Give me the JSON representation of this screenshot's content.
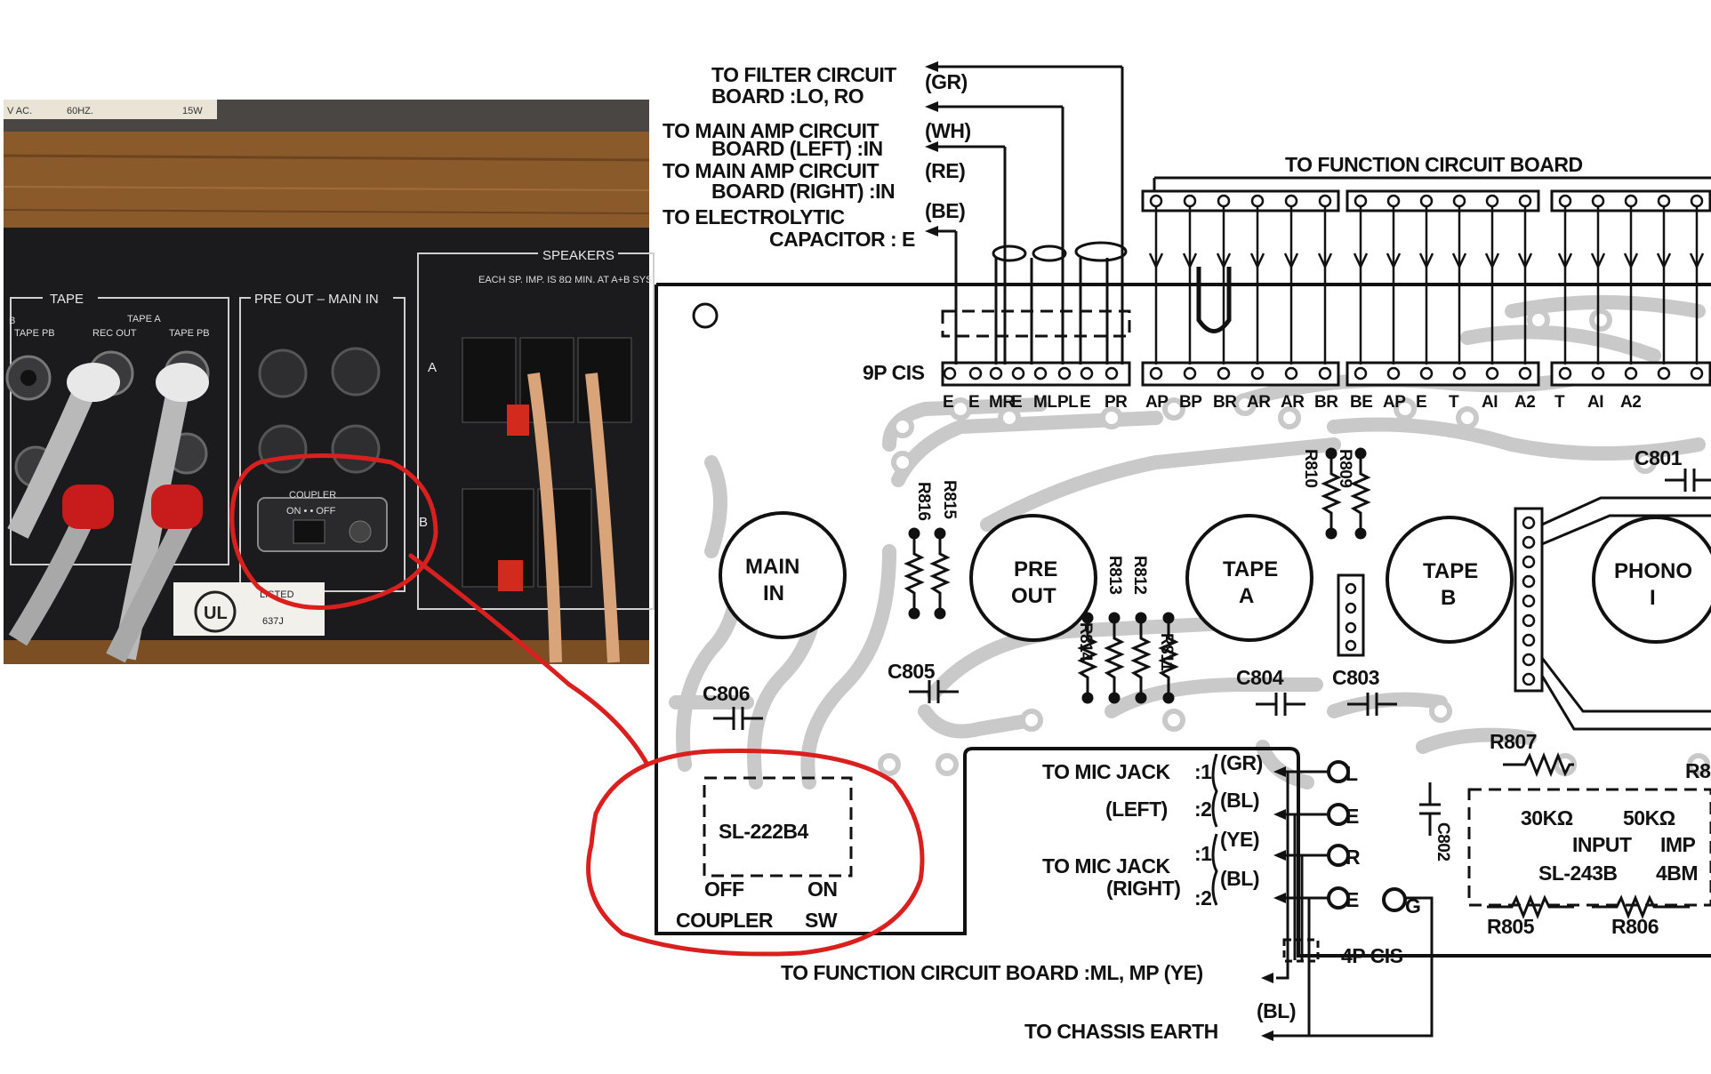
{
  "photo": {
    "top_label_left": "V AC.",
    "top_label_mid": "60HZ.",
    "top_label_right": "15W",
    "tape_title": "TAPE",
    "tape_b": "B",
    "tape_a": "TAPE A",
    "tape_pb_1": "TAPE PB",
    "rec_out": "REC OUT",
    "tape_pb_2": "TAPE PB",
    "pre_out_main_in": "PRE OUT – MAIN IN",
    "speakers": "SPEAKERS",
    "speakers_note": "EACH SP. IMP. IS 8Ω MIN. AT A+B SYS",
    "coupler": "COUPLER",
    "coupler_on_off": "ON •   • OFF",
    "row_a": "A",
    "row_b": "B",
    "ul_listed": "LISTED",
    "ul_code": "637J",
    "ul_logo": "UL"
  },
  "schematic": {
    "to_filter_1": "TO FILTER CIRCUIT",
    "to_filter_2": "BOARD  :LO, RO",
    "gr_tag": "(GR)",
    "to_main_left_1": "TO MAIN AMP CIRCUIT",
    "to_main_left_2": "BOARD  (LEFT) :IN",
    "wh_tag": "(WH)",
    "to_main_right_1": "TO MAIN AMP CIRCUIT",
    "to_main_right_2": "BOARD  (RIGHT) :IN",
    "re_tag": "(RE)",
    "to_electrolytic_1": "TO ELECTROLYTIC",
    "to_electrolytic_2": "CAPACITOR : E",
    "be_tag": "(BE)",
    "to_function_top": "TO FUNCTION CIRCUIT BOARD",
    "cis_9p": "9P CIS",
    "pins_9p": [
      "E",
      "E",
      "MR",
      "E",
      "ML",
      "PL",
      "E",
      "PR"
    ],
    "pins_group1": [
      "AP",
      "BP",
      "BR",
      "AR",
      "AR",
      "BR"
    ],
    "pins_group2": [
      "BE",
      "AP",
      "E",
      "T",
      "AI",
      "A2"
    ],
    "pins_group3": [
      "T",
      "AI",
      "A2"
    ],
    "jack_main_1": "MAIN",
    "jack_main_2": "IN",
    "jack_pre_1": "PRE",
    "jack_pre_2": "OUT",
    "jack_tapea_1": "TAPE",
    "jack_tapea_2": "A",
    "jack_tapeb_1": "TAPE",
    "jack_tapeb_2": "B",
    "jack_phono_1": "PHONO",
    "jack_phono_2": "I",
    "r816": "R816",
    "r815": "R815",
    "r814": "R814",
    "r813": "R813",
    "r812": "R812",
    "r811": "R811",
    "r810": "R810",
    "r809": "R809",
    "c801": "C801",
    "c806": "C806",
    "c805": "C805",
    "c804": "C804",
    "c803": "C803",
    "c802": "C802",
    "r807": "R807",
    "r8_partial": "R8",
    "r805": "R805",
    "r806": "R806",
    "switch_model": "SL-222B4",
    "switch_off": "OFF",
    "switch_on": "ON",
    "switch_coupler": "COUPLER",
    "switch_sw": "SW",
    "mic_left_1": "TO MIC JACK",
    "mic_left_2": "(LEFT)",
    "mic_right_1": "TO MIC JACK",
    "mic_right_2": "(RIGHT)",
    "pin_1a": ":1",
    "pin_2a": ":2",
    "pin_1b": ":1",
    "pin_2b": ":2",
    "gr_wire": "(GR)",
    "bl_wire_1": "(BL)",
    "ye_wire": "(YE)",
    "bl_wire_2": "(BL)",
    "term_l": "L",
    "term_e1": "E",
    "term_r": "R",
    "term_e2": "E",
    "term_g": "G",
    "cis_4p": "4P CIS",
    "to_function_bottom": "TO FUNCTION CIRCUIT BOARD :ML, MP  (YE)",
    "bl_bottom": "(BL)",
    "to_chassis": "TO CHASSIS  EARTH",
    "input_30k": "30KΩ",
    "input_50k": "50KΩ",
    "input_word": "INPUT",
    "imp_word": "IMP",
    "sl_243b": "SL-243B",
    "imp_4bm": "4BM"
  },
  "colors": {
    "annotation_red": "#d9201f",
    "trace_gray": "#c9c9c9",
    "ink": "#111111",
    "panel_black": "#1d1d1f",
    "wood": "#8a5a2b"
  }
}
